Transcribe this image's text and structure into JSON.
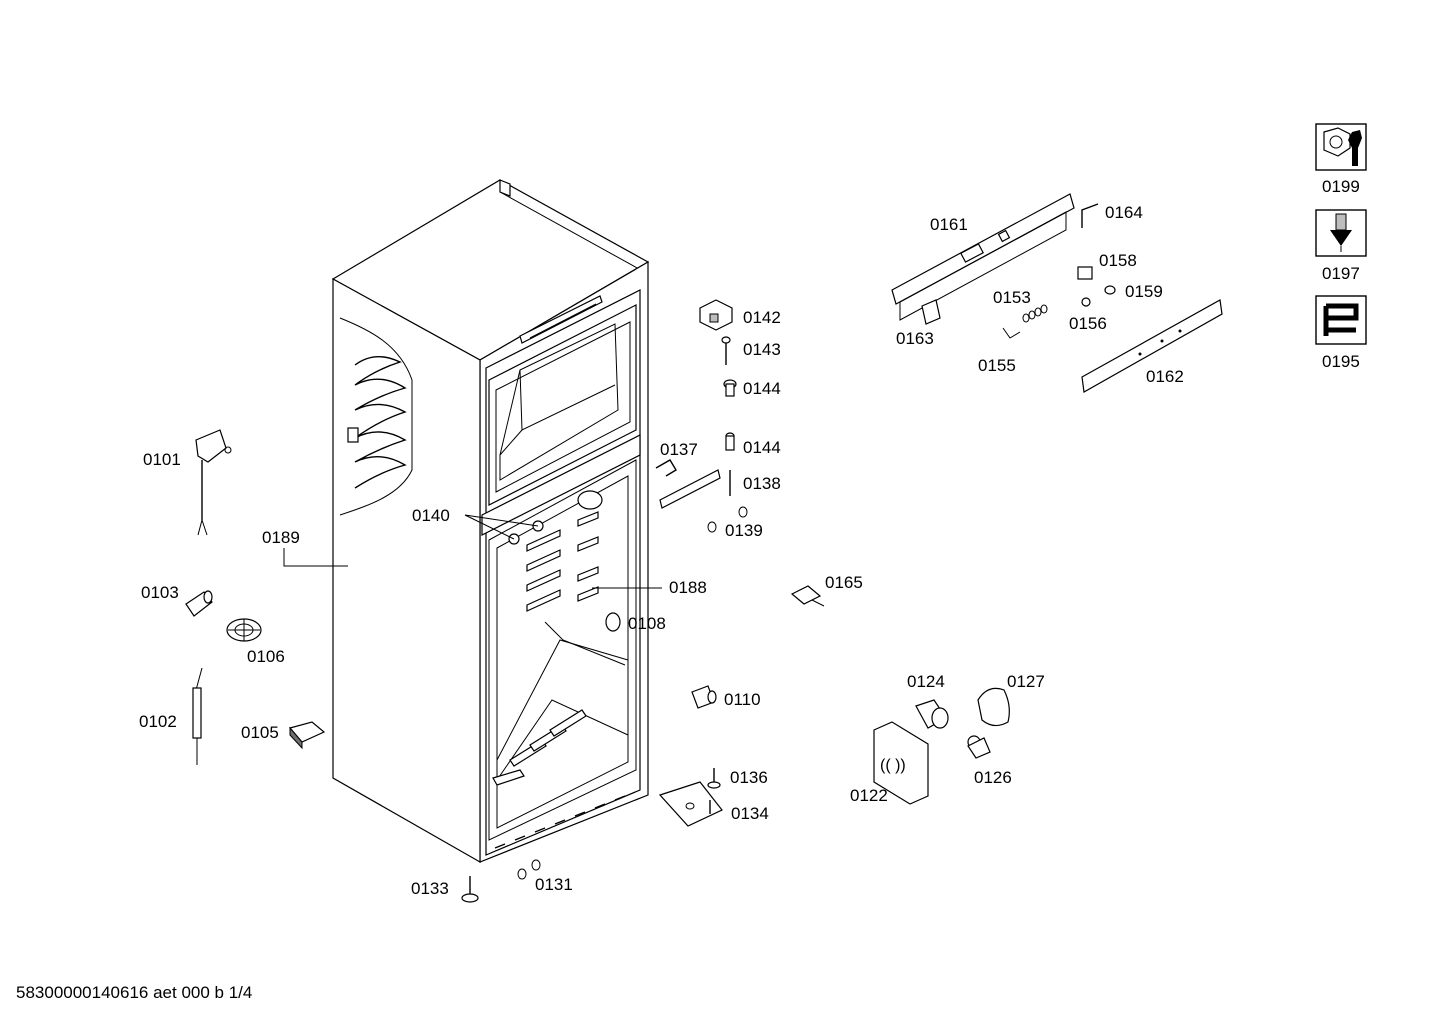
{
  "footer": {
    "text": "58300000140616 aet 000 b 1/4"
  },
  "callouts": {
    "p0101": "0101",
    "p0189": "0189",
    "p0103": "0103",
    "p0106": "0106",
    "p0102": "0102",
    "p0105": "0105",
    "p0133": "0133",
    "p0131": "0131",
    "p0140": "0140",
    "p0188": "0188",
    "p0108": "0108",
    "p0142": "0142",
    "p0143": "0143",
    "p0144a": "0144",
    "p0144b": "0144",
    "p0137": "0137",
    "p0138": "0138",
    "p0139": "0139",
    "p0165": "0165",
    "p0110": "0110",
    "p0136": "0136",
    "p0134": "0134",
    "p0161": "0161",
    "p0164": "0164",
    "p0158": "0158",
    "p0153": "0153",
    "p0159": "0159",
    "p0163": "0163",
    "p0156": "0156",
    "p0155": "0155",
    "p0162": "0162",
    "p0124": "0124",
    "p0127": "0127",
    "p0122": "0122",
    "p0126": "0126",
    "p0199": "0199",
    "p0197": "0197",
    "p0195": "0195"
  },
  "legend_icons": [
    {
      "code": "0199",
      "icon": "wrench-nut-icon"
    },
    {
      "code": "0197",
      "icon": "screwdriver-icon"
    },
    {
      "code": "0195",
      "icon": "heating-coil-icon"
    }
  ]
}
